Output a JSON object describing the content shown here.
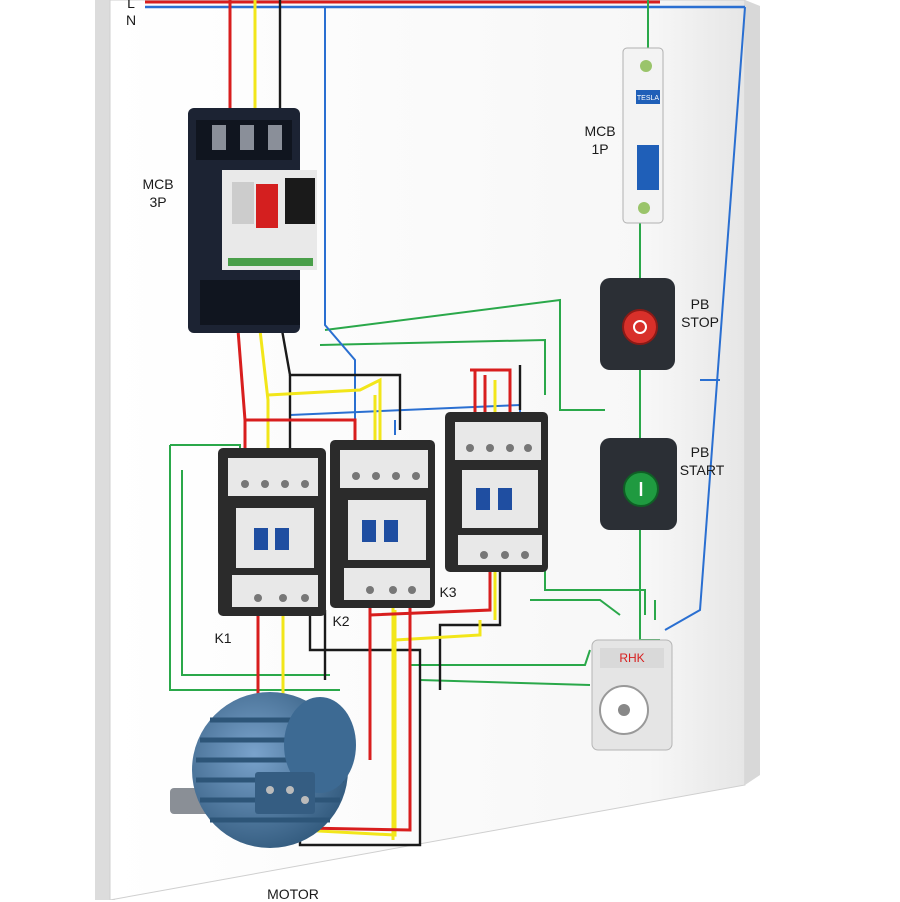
{
  "diagram": {
    "bus": {
      "line_l": "L",
      "line_n": "N"
    },
    "components": {
      "mcb3p": {
        "label_1": "MCB",
        "label_2": "3P"
      },
      "mcb1p": {
        "label_1": "MCB",
        "label_2": "1P",
        "brand": "TESLA"
      },
      "pb_stop": {
        "label_1": "PB",
        "label_2": "STOP",
        "symbol": "O"
      },
      "pb_start": {
        "label_1": "PB",
        "label_2": "START",
        "symbol": "I"
      },
      "k1": {
        "label": "K1"
      },
      "k2": {
        "label": "K2"
      },
      "k3": {
        "label": "K3"
      },
      "timer": {
        "brand": "RHK"
      },
      "motor": {
        "label": "MOTOR"
      }
    },
    "colors": {
      "red": "#d81e1e",
      "yellow": "#f2e61a",
      "black": "#1a1a1a",
      "blue": "#2a6fd1",
      "green": "#2aa84a",
      "contactor": "#2b2b2b",
      "motor": "#4a79a8"
    }
  }
}
